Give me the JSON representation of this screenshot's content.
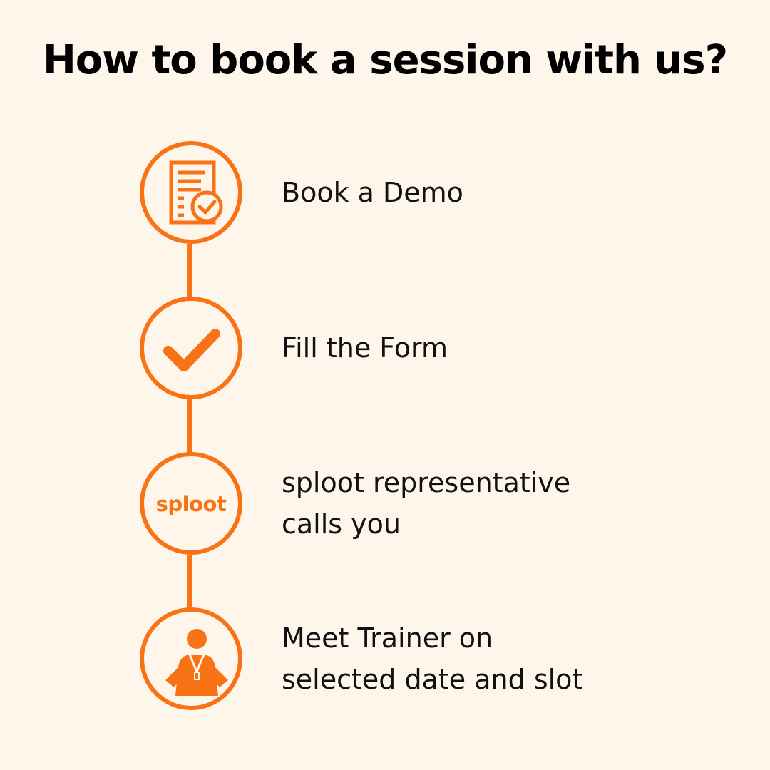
{
  "title": "How to book a session with us?",
  "accent_color": "#f97316",
  "background_color": "#fef5eb",
  "steps": [
    {
      "icon": "document-check-icon",
      "lines": [
        "Book a Demo"
      ]
    },
    {
      "icon": "checkmark-icon",
      "lines": [
        "Fill the Form"
      ]
    },
    {
      "icon": "sploot-logo",
      "logo_text": "sploot",
      "lines": [
        "sploot representative",
        "calls you"
      ]
    },
    {
      "icon": "trainer-icon",
      "lines": [
        "Meet Trainer on",
        "selected date and slot"
      ]
    }
  ]
}
